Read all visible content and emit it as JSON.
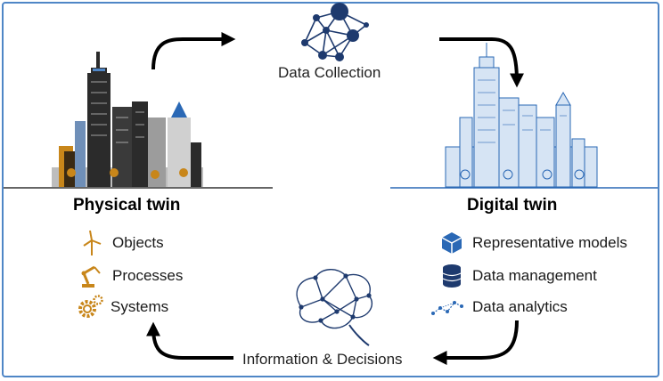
{
  "labels": {
    "data_collection": "Data Collection",
    "information_decisions": "Information & Decisions"
  },
  "physical": {
    "title": "Physical twin",
    "items": [
      {
        "label": "Objects",
        "icon": "wind-turbine-icon"
      },
      {
        "label": "Processes",
        "icon": "robot-arm-icon"
      },
      {
        "label": "Systems",
        "icon": "gears-icon"
      }
    ]
  },
  "digital": {
    "title": "Digital twin",
    "items": [
      {
        "label": "Representative models",
        "icon": "cube-icon"
      },
      {
        "label": "Data management",
        "icon": "database-icon"
      },
      {
        "label": "Data analytics",
        "icon": "analytics-network-icon"
      }
    ]
  },
  "colors": {
    "border": "#4f86c6",
    "physical_accent": "#c8861a",
    "digital_accent": "#2a68b5",
    "building_dark": "#2b2b2b",
    "building_blue_light": "#d6e4f4",
    "network_dark": "#1e3a6e"
  }
}
